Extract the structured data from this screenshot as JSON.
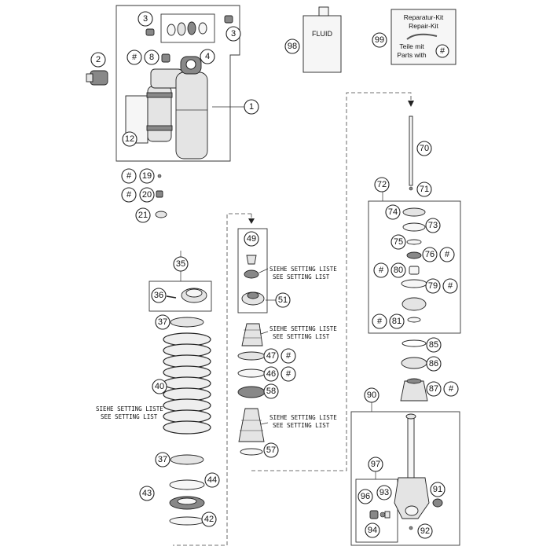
{
  "callouts": {
    "c1": "1",
    "c2": "2",
    "c3a": "3",
    "c3b": "3",
    "c4": "4",
    "c8": "8",
    "c12": "12",
    "c19": "19",
    "c20": "20",
    "c21": "21",
    "c35": "35",
    "c36": "36",
    "c37a": "37",
    "c37b": "37",
    "c40": "40",
    "c42": "42",
    "c43": "43",
    "c44": "44",
    "c46": "46",
    "c47": "47",
    "c49": "49",
    "c51": "51",
    "c57": "57",
    "c58": "58",
    "c70": "70",
    "c71": "71",
    "c72": "72",
    "c73": "73",
    "c74": "74",
    "c75": "75",
    "c76": "76",
    "c79": "79",
    "c80": "80",
    "c81": "81",
    "c85": "85",
    "c86": "86",
    "c87": "87",
    "c90": "90",
    "c91": "91",
    "c92": "92",
    "c93": "93",
    "c94": "94",
    "c96": "96",
    "c97": "97",
    "c98": "98",
    "c99": "99",
    "h8": "#",
    "h19": "#",
    "h20": "#",
    "h76": "#",
    "h79": "#",
    "h80": "#",
    "h81": "#",
    "h87": "#",
    "h46": "#",
    "h47": "#",
    "h99": "#"
  },
  "notes": {
    "setting_de": "SIEHE SETTING LISTE",
    "setting_en": "SEE SETTING LIST"
  },
  "labels": {
    "fluid": "FLUID",
    "kit_de": "Reparatur-Kit",
    "kit_en": "Repair-Kit",
    "parts_de": "Teile mit",
    "parts_en": "Parts with"
  }
}
